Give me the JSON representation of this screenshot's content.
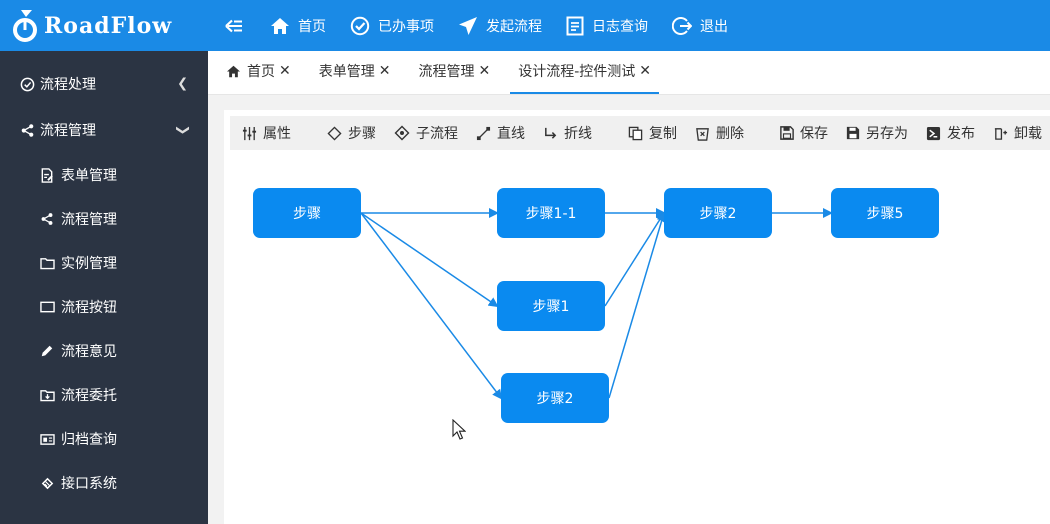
{
  "app": {
    "logo_text": "RoadFlow",
    "brand_color": "#1a8ae6",
    "sidebar_color": "#2b3443"
  },
  "sidebar": {
    "groups": [
      {
        "label": "流程处理",
        "icon": "check-circle-icon",
        "state": "collapsed"
      },
      {
        "label": "流程管理",
        "icon": "share-icon",
        "state": "expanded"
      }
    ],
    "items": [
      {
        "label": "表单管理",
        "icon": "form-edit-icon"
      },
      {
        "label": "流程管理",
        "icon": "share-icon"
      },
      {
        "label": "实例管理",
        "icon": "folder-icon"
      },
      {
        "label": "流程按钮",
        "icon": "button-rect-icon"
      },
      {
        "label": "流程意见",
        "icon": "pencil-icon"
      },
      {
        "label": "流程委托",
        "icon": "folder-download-icon"
      },
      {
        "label": "归档查询",
        "icon": "archive-icon"
      },
      {
        "label": "接口系统",
        "icon": "api-icon"
      }
    ]
  },
  "topbar": {
    "items": [
      {
        "label": "首页",
        "icon": "home-icon"
      },
      {
        "label": "已办事项",
        "icon": "check-circle-icon"
      },
      {
        "label": "发起流程",
        "icon": "send-icon"
      },
      {
        "label": "日志查询",
        "icon": "log-icon"
      },
      {
        "label": "退出",
        "icon": "logout-icon"
      }
    ]
  },
  "tabs": [
    {
      "label": "首页",
      "active": false
    },
    {
      "label": "表单管理",
      "active": false
    },
    {
      "label": "流程管理",
      "active": false
    },
    {
      "label": "设计流程-控件测试",
      "active": true
    }
  ],
  "toolbar": {
    "properties": "属性",
    "step": "步骤",
    "subflow": "子流程",
    "line": "直线",
    "polyline": "折线",
    "copy": "复制",
    "delete": "删除",
    "save": "保存",
    "save_as": "另存为",
    "publish": "发布",
    "uninstall": "卸载"
  },
  "flow": {
    "nodes": [
      {
        "id": "n0",
        "label": "步骤"
      },
      {
        "id": "n1",
        "label": "步骤1-1"
      },
      {
        "id": "n2",
        "label": "步骤1"
      },
      {
        "id": "n3",
        "label": "步骤2"
      },
      {
        "id": "n4",
        "label": "步骤2"
      },
      {
        "id": "n5",
        "label": "步骤5"
      }
    ],
    "edges": [
      [
        "n0",
        "n1"
      ],
      [
        "n0",
        "n2"
      ],
      [
        "n0",
        "n4"
      ],
      [
        "n1",
        "n3"
      ],
      [
        "n2",
        "n3"
      ],
      [
        "n4",
        "n3"
      ],
      [
        "n3",
        "n5"
      ]
    ],
    "node_color": "#0a8af0",
    "edge_color": "#1a8ae6"
  }
}
